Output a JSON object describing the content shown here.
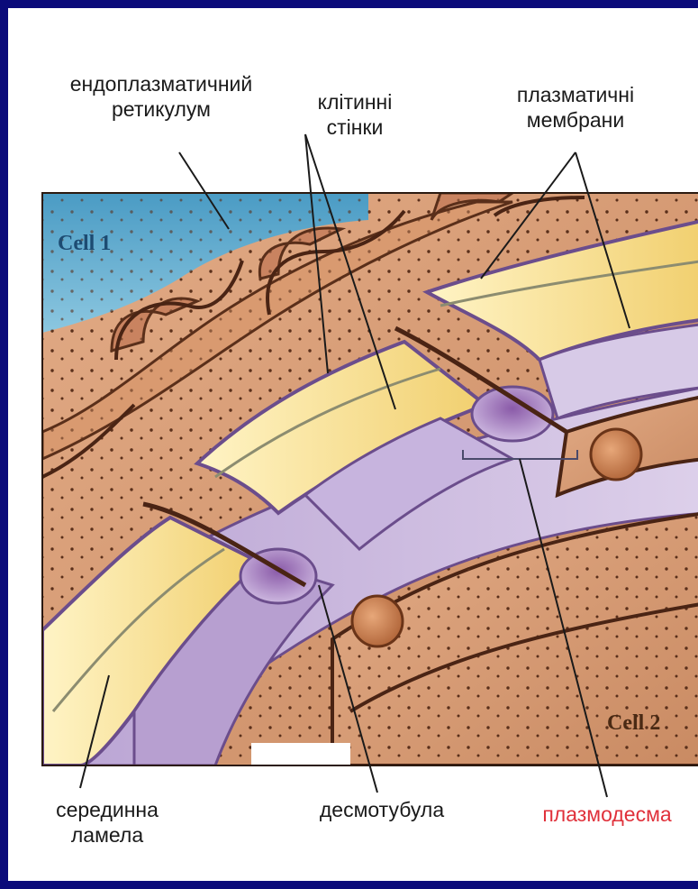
{
  "labels": {
    "er": "ендоплазматичний\nретикулум",
    "cell_walls": "клітинні\nстінки",
    "plasma_membranes": "плазматичні\nмембрани",
    "middle_lamella": "серединна\nламела",
    "desmotubule": "десмотубула",
    "plasmodesma": "плазмодесма"
  },
  "cells": {
    "cell1": "Cell 1",
    "cell2": "Cell 2"
  },
  "colors": {
    "border": "#0b0b7a",
    "highlight_label": "#e0303a",
    "cytoplasm": "#d9a07a",
    "wall": "#f6dc8c",
    "membrane": "#c9b6dc",
    "background_blue": "#5aa6cc"
  }
}
